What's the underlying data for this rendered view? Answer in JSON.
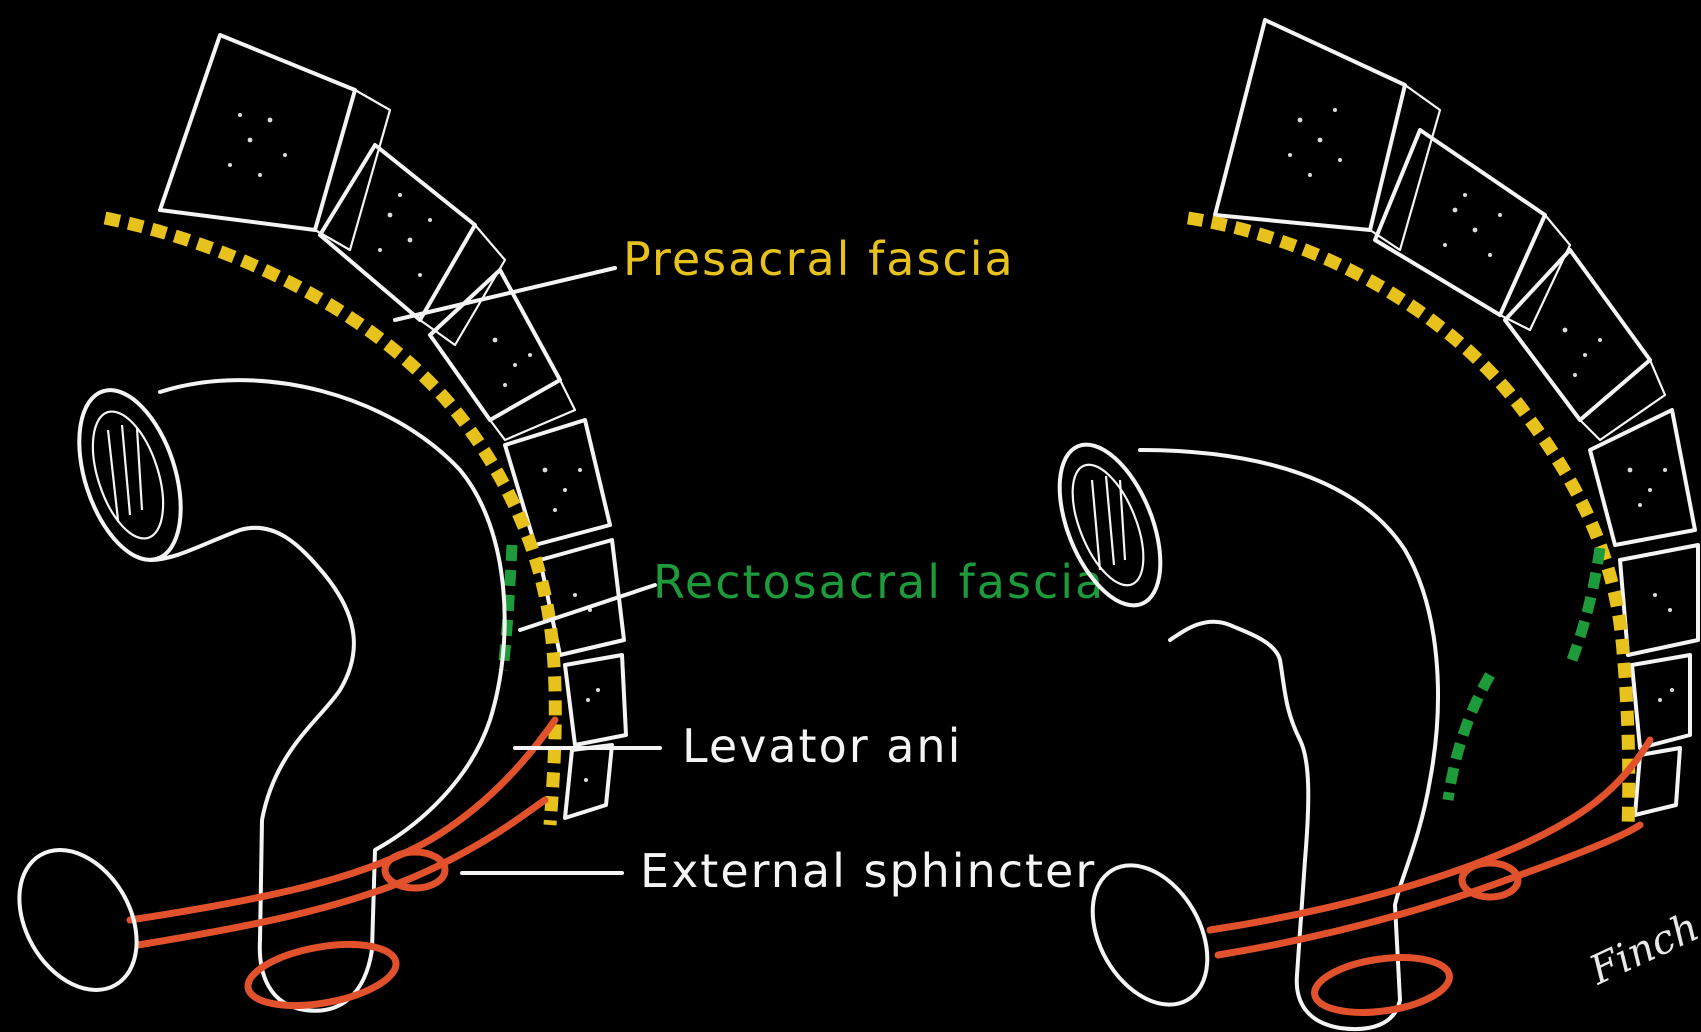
{
  "labels": {
    "presacral": "Presacral fascia",
    "rectosacral": "Rectosacral fascia",
    "levator": "Levator ani",
    "sphincter": "External sphincter"
  },
  "colors": {
    "background": "#000000",
    "outline": "#f4f4f4",
    "presacral_fascia": "#e8c21c",
    "rectosacral_fascia": "#1d9a3a",
    "muscle": "#e0512c",
    "label_white": "#f4f4f4"
  },
  "signature_text": "Finch"
}
